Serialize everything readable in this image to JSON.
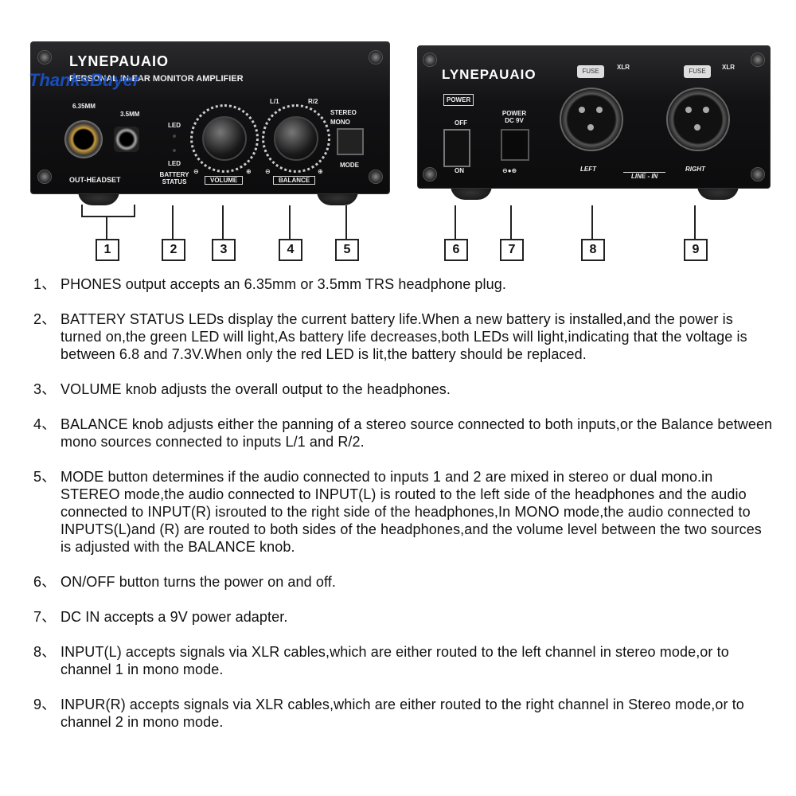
{
  "front_panel": {
    "brand": "LYNEPAUAIO",
    "model": "PERSONAL IN-EAR MONITOR AMPLIFIER",
    "phones_label_a": "6.35MM",
    "phones_label_b": "3.5MM",
    "out_label": "OUT-HEADSET",
    "led_top": "LED",
    "led_bottom": "LED",
    "battery_status": "BATTERY STATUS",
    "volume": "VOLUME",
    "balance": "BALANCE",
    "balance_l": "L/1",
    "balance_r": "R/2",
    "stereo": "STEREO",
    "mono": "MONO",
    "mode": "MODE",
    "minus": "⊖",
    "plus": "⊕"
  },
  "rear_panel": {
    "brand": "LYNEPAUAIO",
    "power_button": "POWER",
    "off": "OFF",
    "on": "ON",
    "dc_label": "POWER DC 9V",
    "polarity": "⊖●⊕",
    "xlr_left": "XLR",
    "xlr_right": "XLR",
    "fuse": "FUSE",
    "left": "LEFT",
    "line_in": "LINE - IN",
    "right": "RIGHT"
  },
  "watermark": "ThanksBuyer",
  "callouts": [
    "1",
    "2",
    "3",
    "4",
    "5",
    "6",
    "7",
    "8",
    "9"
  ],
  "descriptions": [
    {
      "num": "1、",
      "text": "PHONES output accepts an 6.35mm or 3.5mm TRS headphone plug."
    },
    {
      "num": "2、",
      "text": "BATTERY STATUS LEDs display the current battery life.When a new battery is installed,and the power is turned on,the green LED will light,As battery life decreases,both LEDs will light,indicating that the voltage is between 6.8 and 7.3V.When only the red LED is lit,the battery should be replaced."
    },
    {
      "num": "3、",
      "text": "VOLUME knob adjusts the overall output to the headphones."
    },
    {
      "num": "4、",
      "text": "BALANCE knob adjusts either the panning of a stereo source connected to both inputs,or the Balance between mono sources connected to inputs L/1 and R/2."
    },
    {
      "num": "5、",
      "text": "MODE button determines if the audio connected to inputs 1 and 2 are mixed in stereo or dual mono.in STEREO mode,the audio connected to INPUT(L) is routed to the left side of the headphones and the audio connected to INPUT(R) isrouted to the right side of the headphones,In MONO mode,the audio connected to INPUTS(L)and (R) are routed to both sides of the headphones,and the volume level between the two sources is adjusted with the BALANCE knob."
    },
    {
      "num": "6、",
      "text": "ON/OFF button turns the power on and off."
    },
    {
      "num": "7、",
      "text": "DC IN accepts a 9V power adapter."
    },
    {
      "num": "8、",
      "text": "INPUT(L) accepts signals via XLR cables,which are either routed to the left channel in stereo mode,or to channel 1 in mono mode."
    },
    {
      "num": "9、",
      "text": "INPUR(R) accepts signals via XLR cables,which are either routed to the right channel in Stereo mode,or to channel 2 in mono mode."
    }
  ]
}
